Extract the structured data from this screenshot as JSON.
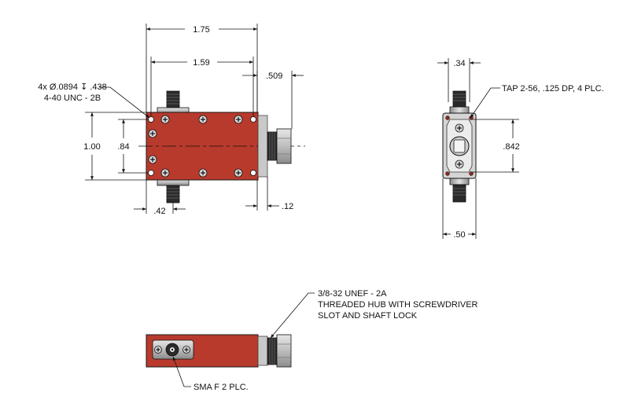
{
  "colors": {
    "body": "#b83a2c",
    "body_dark": "#8f2a20",
    "metal": "#c9c9c9",
    "metal_dark": "#7f7f7f",
    "thread": "#2a2a2a",
    "line": "#111111",
    "background": "#ffffff"
  },
  "dimensions": {
    "overall_length": "1.75",
    "hole_spacing": "1.59",
    "hub_length": ".509",
    "height": "1.00",
    "hole_height": ".84",
    "sma_offset": ".42",
    "flange": ".12",
    "side_top": ".34",
    "side_height": ".842",
    "side_width": ".50"
  },
  "notes": {
    "holes_line1": "4x Ø.0894 ↧ .438",
    "holes_line2": "4-40 UNC - 2B",
    "tap": "TAP 2-56, .125 DP, 4 PLC.",
    "hub_line1": "3/8-32 UNEF - 2A",
    "hub_line2": "THREADED HUB WITH SCREWDRIVER",
    "hub_line3": "SLOT AND SHAFT LOCK",
    "sma": "SMA F 2 PLC."
  }
}
